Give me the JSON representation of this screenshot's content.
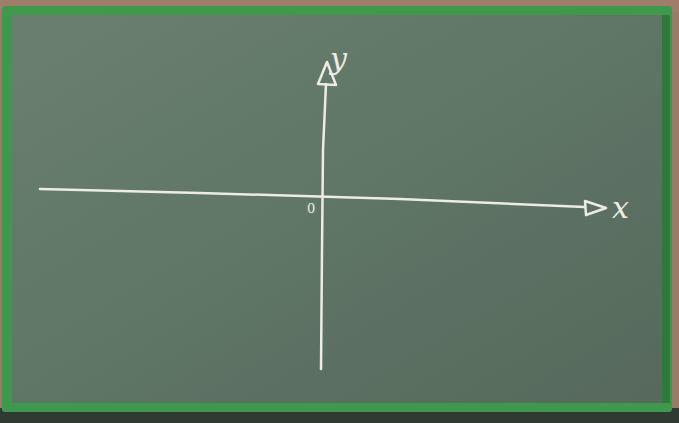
{
  "diagram": {
    "labels": [
      "y",
      "x",
      "0"
    ]
  }
}
